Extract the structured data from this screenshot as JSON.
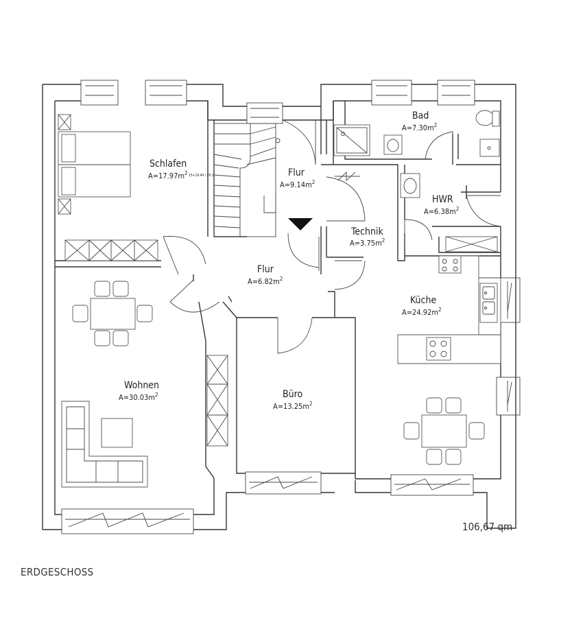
{
  "rooms": {
    "schlafen": {
      "name": "Schlafen",
      "area": "A=17.97m",
      "sup": "2",
      "note": "15+19.44 / 26.1"
    },
    "flur_top": {
      "name": "Flur",
      "area": "A=9.14m",
      "sup": "2"
    },
    "bad": {
      "name": "Bad",
      "area": "A=7.30m",
      "sup": "2"
    },
    "hwr": {
      "name": "HWR",
      "area": "A=6.38m",
      "sup": "2"
    },
    "technik": {
      "name": "Technik",
      "area": "A=3.75m",
      "sup": "2"
    },
    "flur_mid": {
      "name": "Flur",
      "area": "A=6.82m",
      "sup": "2"
    },
    "kueche": {
      "name": "Küche",
      "area": "A=24.92m",
      "sup": "2"
    },
    "wohnen": {
      "name": "Wohnen",
      "area": "A=30.03m",
      "sup": "2"
    },
    "buero": {
      "name": "Büro",
      "area": "A=13.25m",
      "sup": "2"
    }
  },
  "total_area": "106,67  qm",
  "floor_label": "ERDGESCHOSS"
}
